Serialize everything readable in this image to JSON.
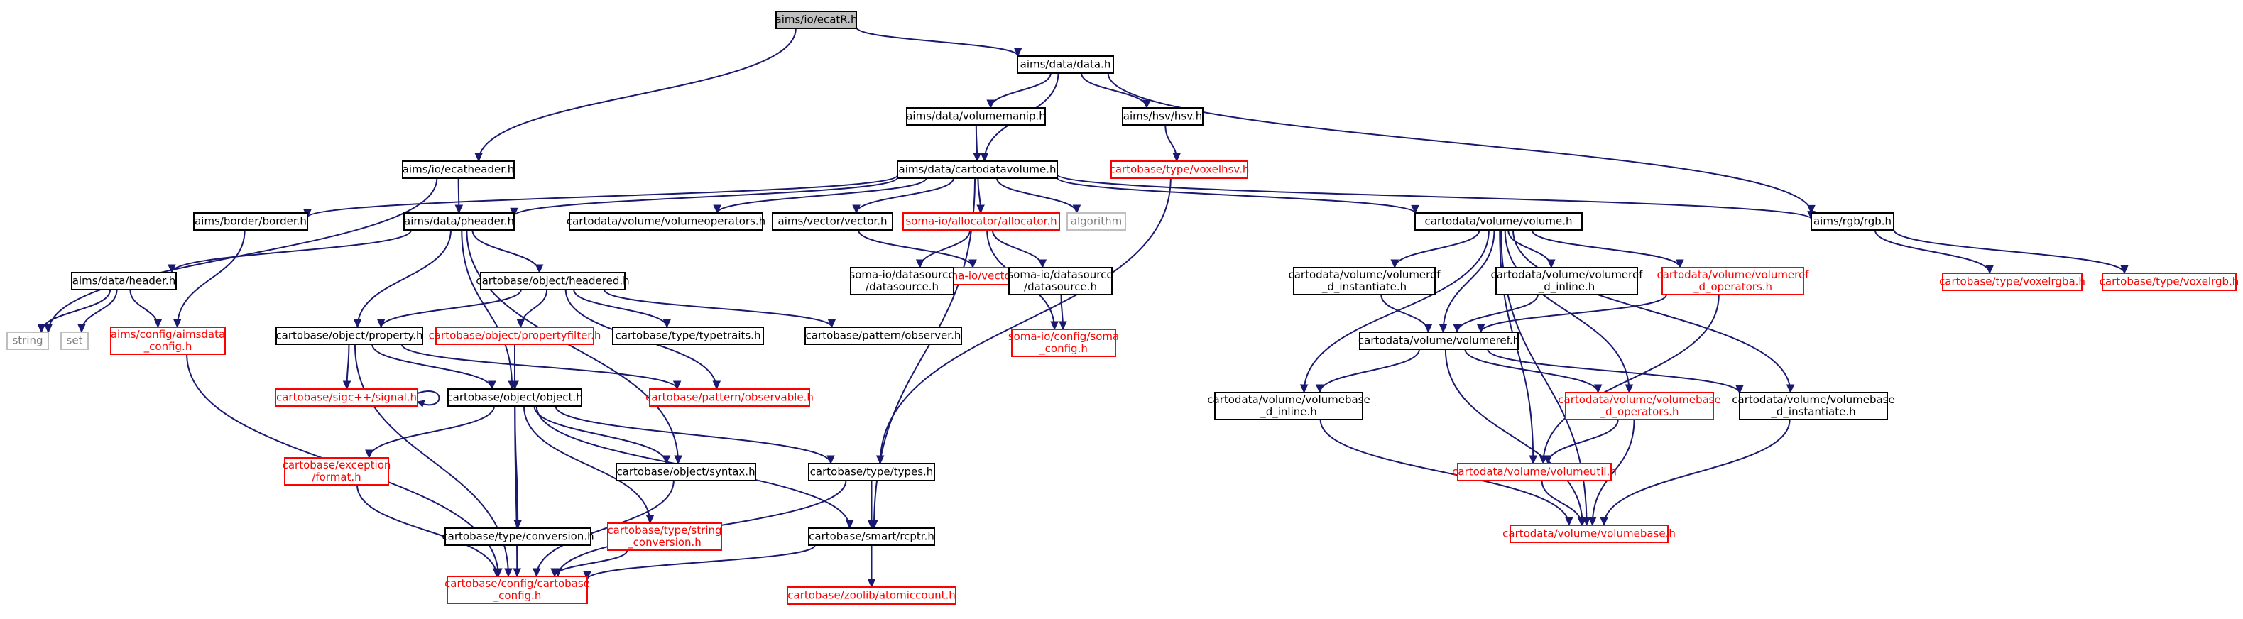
{
  "colors": {
    "edge": "#191970",
    "root_fill": "#bfbfbf",
    "normal_border": "#000000",
    "missing_border": "#ff0000",
    "external_border": "#bfbfbf",
    "text_black": "#000000",
    "text_red": "#ff0000",
    "text_gray": "#7f7f7f"
  },
  "nodes": [
    {
      "id": "ecat",
      "lines": [
        "aims/io/ecatR.h"
      ],
      "kind": "root"
    },
    {
      "id": "data",
      "lines": [
        "aims/data/data.h"
      ],
      "kind": "normal"
    },
    {
      "id": "vmanip",
      "lines": [
        "aims/data/volumemanip.h"
      ],
      "kind": "normal"
    },
    {
      "id": "hsv",
      "lines": [
        "aims/hsv/hsv.h"
      ],
      "kind": "normal"
    },
    {
      "id": "ecath",
      "lines": [
        "aims/io/ecatheader.h"
      ],
      "kind": "normal"
    },
    {
      "id": "voxhsv",
      "lines": [
        "cartobase/type/voxelhsv.h"
      ],
      "kind": "missing"
    },
    {
      "id": "cdv",
      "lines": [
        "aims/data/cartodatavolume.h"
      ],
      "kind": "normal"
    },
    {
      "id": "border",
      "lines": [
        "aims/border/border.h"
      ],
      "kind": "normal"
    },
    {
      "id": "pheader",
      "lines": [
        "aims/data/pheader.h"
      ],
      "kind": "normal"
    },
    {
      "id": "volops",
      "lines": [
        "cartodata/volume/volumeoperators.h"
      ],
      "kind": "normal"
    },
    {
      "id": "vector",
      "lines": [
        "aims/vector/vector.h"
      ],
      "kind": "normal"
    },
    {
      "id": "alloc",
      "lines": [
        "soma-io/allocator/allocator.h"
      ],
      "kind": "missing"
    },
    {
      "id": "algorithm",
      "lines": [
        "algorithm"
      ],
      "kind": "external"
    },
    {
      "id": "volumeh",
      "lines": [
        "cartodata/volume/volume.h"
      ],
      "kind": "normal"
    },
    {
      "id": "rgb",
      "lines": [
        "aims/rgb/rgb.h"
      ],
      "kind": "normal"
    },
    {
      "id": "header",
      "lines": [
        "aims/data/header.h"
      ],
      "kind": "normal"
    },
    {
      "id": "string",
      "lines": [
        "string"
      ],
      "kind": "external"
    },
    {
      "id": "set",
      "lines": [
        "set"
      ],
      "kind": "external"
    },
    {
      "id": "aimsdata",
      "lines": [
        "aims/config/aimsdata",
        "_config.h"
      ],
      "kind": "missing"
    },
    {
      "id": "headered",
      "lines": [
        "cartobase/object/headered.h"
      ],
      "kind": "normal"
    },
    {
      "id": "property",
      "lines": [
        "cartobase/object/property.h"
      ],
      "kind": "normal"
    },
    {
      "id": "propfilter",
      "lines": [
        "cartobase/object/propertyfilter.h"
      ],
      "kind": "missing"
    },
    {
      "id": "typetraits",
      "lines": [
        "cartobase/type/typetraits.h"
      ],
      "kind": "normal"
    },
    {
      "id": "observer",
      "lines": [
        "cartobase/pattern/observer.h"
      ],
      "kind": "normal"
    },
    {
      "id": "somavector",
      "lines": [
        "soma-io/vector/vector.h"
      ],
      "kind": "missing"
    },
    {
      "id": "ds1",
      "lines": [
        "soma-io/datasource",
        "/datasource.h"
      ],
      "kind": "normal"
    },
    {
      "id": "ds2",
      "lines": [
        "soma-io/datasource",
        "/datasource.h"
      ],
      "kind": "normal"
    },
    {
      "id": "somaconfig",
      "lines": [
        "soma-io/config/soma",
        "_config.h"
      ],
      "kind": "missing"
    },
    {
      "id": "signal",
      "lines": [
        "cartobase/sigc++/signal.h"
      ],
      "kind": "missing"
    },
    {
      "id": "object",
      "lines": [
        "cartobase/object/object.h"
      ],
      "kind": "normal"
    },
    {
      "id": "observable",
      "lines": [
        "cartobase/pattern/observable.h"
      ],
      "kind": "missing"
    },
    {
      "id": "exception",
      "lines": [
        "cartobase/exception",
        "/format.h"
      ],
      "kind": "missing"
    },
    {
      "id": "syntax",
      "lines": [
        "cartobase/object/syntax.h"
      ],
      "kind": "normal"
    },
    {
      "id": "types",
      "lines": [
        "cartobase/type/types.h"
      ],
      "kind": "normal"
    },
    {
      "id": "conversion",
      "lines": [
        "cartobase/type/conversion.h"
      ],
      "kind": "normal"
    },
    {
      "id": "strconv",
      "lines": [
        "cartobase/type/string",
        "_conversion.h"
      ],
      "kind": "missing"
    },
    {
      "id": "rcptr",
      "lines": [
        "cartobase/smart/rcptr.h"
      ],
      "kind": "normal"
    },
    {
      "id": "cbconfig",
      "lines": [
        "cartobase/config/cartobase",
        "_config.h"
      ],
      "kind": "missing"
    },
    {
      "id": "atomic",
      "lines": [
        "cartobase/zoolib/atomiccount.h"
      ],
      "kind": "missing"
    },
    {
      "id": "vrefinst",
      "lines": [
        "cartodata/volume/volumeref",
        "_d_instantiate.h"
      ],
      "kind": "normal"
    },
    {
      "id": "vrefinl",
      "lines": [
        "cartodata/volume/volumeref",
        "_d_inline.h"
      ],
      "kind": "normal"
    },
    {
      "id": "vrefops",
      "lines": [
        "cartodata/volume/volumeref",
        "_d_operators.h"
      ],
      "kind": "missing"
    },
    {
      "id": "volumeref",
      "lines": [
        "cartodata/volume/volumeref.h"
      ],
      "kind": "normal"
    },
    {
      "id": "vbinl",
      "lines": [
        "cartodata/volume/volumebase",
        "_d_inline.h"
      ],
      "kind": "normal"
    },
    {
      "id": "vbops",
      "lines": [
        "cartodata/volume/volumebase",
        "_d_operators.h"
      ],
      "kind": "missing"
    },
    {
      "id": "vbinst",
      "lines": [
        "cartodata/volume/volumebase",
        "_d_instantiate.h"
      ],
      "kind": "normal"
    },
    {
      "id": "volutil",
      "lines": [
        "cartodata/volume/volumeutil.h"
      ],
      "kind": "missing"
    },
    {
      "id": "volbase",
      "lines": [
        "cartodata/volume/volumebase.h"
      ],
      "kind": "missing"
    },
    {
      "id": "voxrgba",
      "lines": [
        "cartobase/type/voxelrgba.h"
      ],
      "kind": "missing"
    },
    {
      "id": "voxrgb",
      "lines": [
        "cartobase/type/voxelrgb.h"
      ],
      "kind": "missing"
    }
  ],
  "edges": [
    [
      "ecat",
      "data"
    ],
    [
      "ecat",
      "ecath"
    ],
    [
      "data",
      "vmanip"
    ],
    [
      "data",
      "cdv"
    ],
    [
      "data",
      "hsv"
    ],
    [
      "data",
      "rgb"
    ],
    [
      "vmanip",
      "cdv"
    ],
    [
      "hsv",
      "voxhsv"
    ],
    [
      "voxhsv",
      "types"
    ],
    [
      "ecath",
      "pheader"
    ],
    [
      "ecath",
      "string"
    ],
    [
      "cdv",
      "border"
    ],
    [
      "cdv",
      "pheader"
    ],
    [
      "cdv",
      "volops"
    ],
    [
      "cdv",
      "vector"
    ],
    [
      "cdv",
      "alloc"
    ],
    [
      "cdv",
      "algorithm"
    ],
    [
      "cdv",
      "volumeh"
    ],
    [
      "cdv",
      "rgb"
    ],
    [
      "cdv",
      "rcptr"
    ],
    [
      "border",
      "aimsdata"
    ],
    [
      "pheader",
      "header"
    ],
    [
      "pheader",
      "headered"
    ],
    [
      "pheader",
      "property"
    ],
    [
      "pheader",
      "object"
    ],
    [
      "pheader",
      "syntax"
    ],
    [
      "header",
      "string"
    ],
    [
      "header",
      "set"
    ],
    [
      "header",
      "aimsdata"
    ],
    [
      "aimsdata",
      "cbconfig"
    ],
    [
      "vector",
      "somavector"
    ],
    [
      "alloc",
      "ds1"
    ],
    [
      "alloc",
      "ds2"
    ],
    [
      "alloc",
      "somaconfig"
    ],
    [
      "ds2",
      "somaconfig"
    ],
    [
      "headered",
      "property"
    ],
    [
      "headered",
      "propfilter"
    ],
    [
      "headered",
      "typetraits"
    ],
    [
      "headered",
      "observer"
    ],
    [
      "headered",
      "observable"
    ],
    [
      "property",
      "signal"
    ],
    [
      "property",
      "object"
    ],
    [
      "property",
      "observable"
    ],
    [
      "property",
      "cbconfig"
    ],
    [
      "propfilter",
      "object"
    ],
    [
      "signal",
      "signal"
    ],
    [
      "object",
      "exception"
    ],
    [
      "object",
      "syntax"
    ],
    [
      "object",
      "types"
    ],
    [
      "object",
      "conversion"
    ],
    [
      "object",
      "strconv"
    ],
    [
      "object",
      "rcptr"
    ],
    [
      "object",
      "cbconfig"
    ],
    [
      "exception",
      "cbconfig"
    ],
    [
      "syntax",
      "cbconfig"
    ],
    [
      "types",
      "rcptr"
    ],
    [
      "types",
      "cbconfig"
    ],
    [
      "strconv",
      "cbconfig"
    ],
    [
      "rcptr",
      "cbconfig"
    ],
    [
      "rcptr",
      "atomic"
    ],
    [
      "volumeh",
      "vrefinst"
    ],
    [
      "volumeh",
      "vrefinl"
    ],
    [
      "volumeh",
      "vrefops"
    ],
    [
      "volumeh",
      "volumeref"
    ],
    [
      "volumeh",
      "vbinl"
    ],
    [
      "volumeh",
      "vbops"
    ],
    [
      "volumeh",
      "vbinst"
    ],
    [
      "volumeh",
      "volutil"
    ],
    [
      "volumeh",
      "volbase"
    ],
    [
      "vrefinst",
      "volumeref"
    ],
    [
      "vrefinl",
      "volumeref"
    ],
    [
      "vrefops",
      "volumeref"
    ],
    [
      "vrefops",
      "volutil"
    ],
    [
      "volumeref",
      "vbinl"
    ],
    [
      "volumeref",
      "vbops"
    ],
    [
      "volumeref",
      "vbinst"
    ],
    [
      "volumeref",
      "volbase"
    ],
    [
      "vbinl",
      "volbase"
    ],
    [
      "vbops",
      "volutil"
    ],
    [
      "vbops",
      "volbase"
    ],
    [
      "vbinst",
      "volbase"
    ],
    [
      "volutil",
      "volbase"
    ],
    [
      "rgb",
      "voxrgba"
    ],
    [
      "rgb",
      "voxrgb"
    ]
  ]
}
